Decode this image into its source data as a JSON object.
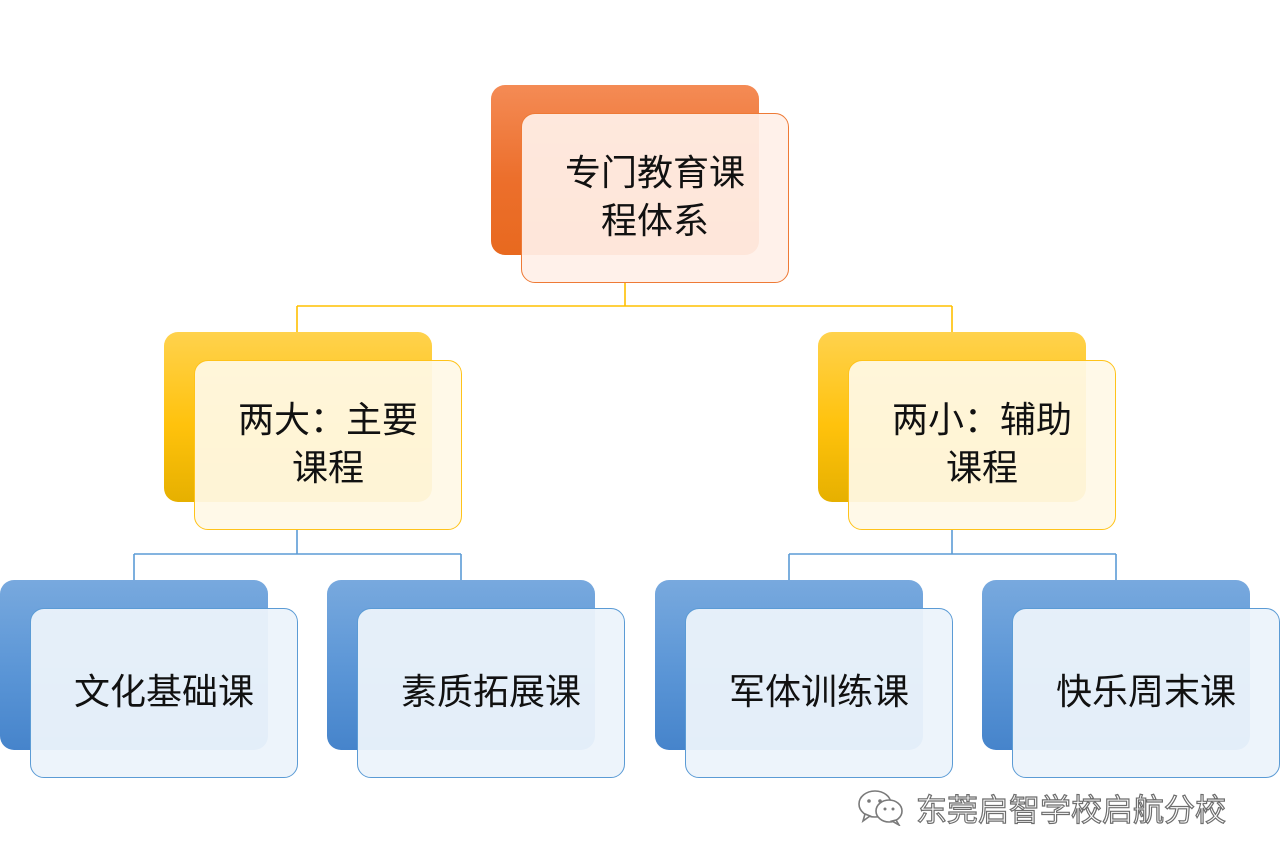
{
  "diagram": {
    "root": {
      "label": "专门教育课程体系",
      "color": "#ed7d31"
    },
    "branches": [
      {
        "label": "两大：主要课程",
        "color": "#ffc000",
        "children": [
          {
            "label": "文化基础课",
            "color": "#5b9bd5"
          },
          {
            "label": "素质拓展课",
            "color": "#5b9bd5"
          }
        ]
      },
      {
        "label": "两小：辅助课程",
        "color": "#ffc000",
        "children": [
          {
            "label": "军体训练课",
            "color": "#5b9bd5"
          },
          {
            "label": "快乐周末课",
            "color": "#5b9bd5"
          }
        ]
      }
    ]
  },
  "watermark": {
    "icon": "wechat-icon",
    "text": "东莞启智学校启航分校"
  }
}
